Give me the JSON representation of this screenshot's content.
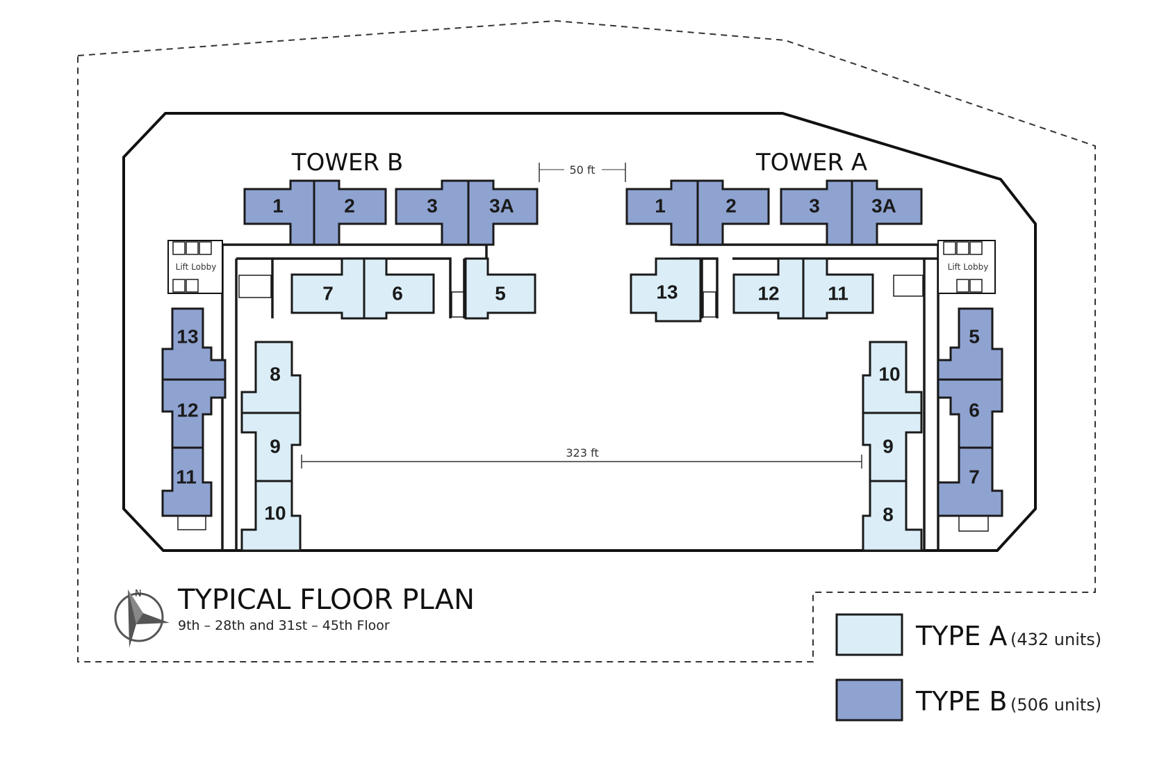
{
  "towers": {
    "b": "TOWER B",
    "a": "TOWER A"
  },
  "dimensions": {
    "gap": "50 ft",
    "span": "323 ft"
  },
  "lift_lobby": "Lift Lobby",
  "units": {
    "tower_b": [
      "1",
      "2",
      "3",
      "3A",
      "7",
      "6",
      "5",
      "13",
      "12",
      "11",
      "8",
      "9",
      "10"
    ],
    "tower_a": [
      "1",
      "2",
      "3",
      "3A",
      "13",
      "12",
      "11",
      "10",
      "9",
      "8",
      "5",
      "6",
      "7"
    ]
  },
  "title": "TYPICAL FLOOR PLAN",
  "subtitle": "9th – 28th and 31st – 45th Floor",
  "legend": [
    {
      "label": "TYPE A",
      "count": "(432 units)",
      "color": "#dbeef8"
    },
    {
      "label": "TYPE B",
      "count": "(506 units)",
      "color": "#8fa3d1"
    }
  ],
  "compass": "north-arrow-icon"
}
